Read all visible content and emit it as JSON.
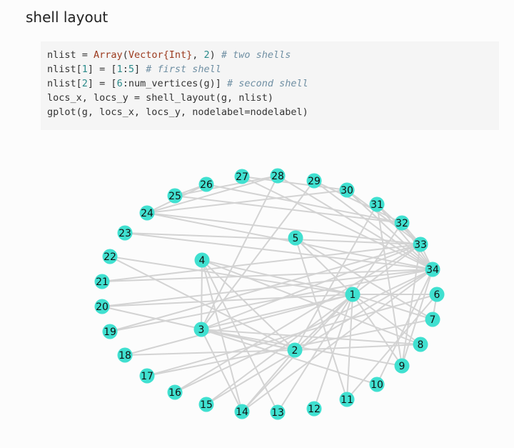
{
  "heading": "shell layout",
  "code": [
    [
      {
        "t": "plain",
        "s": "nlist = "
      },
      {
        "t": "type",
        "s": "Array"
      },
      {
        "t": "plain",
        "s": "("
      },
      {
        "t": "type",
        "s": "Vector{Int}"
      },
      {
        "t": "plain",
        "s": ", "
      },
      {
        "t": "num",
        "s": "2"
      },
      {
        "t": "plain",
        "s": ") "
      },
      {
        "t": "comment",
        "s": "# two shells"
      }
    ],
    [
      {
        "t": "plain",
        "s": "nlist["
      },
      {
        "t": "num",
        "s": "1"
      },
      {
        "t": "plain",
        "s": "] = ["
      },
      {
        "t": "num",
        "s": "1"
      },
      {
        "t": "plain",
        "s": ":"
      },
      {
        "t": "num",
        "s": "5"
      },
      {
        "t": "plain",
        "s": "] "
      },
      {
        "t": "comment",
        "s": "# first shell"
      }
    ],
    [
      {
        "t": "plain",
        "s": "nlist["
      },
      {
        "t": "num",
        "s": "2"
      },
      {
        "t": "plain",
        "s": "] = ["
      },
      {
        "t": "num",
        "s": "6"
      },
      {
        "t": "plain",
        "s": ":num_vertices(g)] "
      },
      {
        "t": "comment",
        "s": "# second shell"
      }
    ],
    [
      {
        "t": "plain",
        "s": "locs_x, locs_y = shell_layout(g, nlist)"
      }
    ],
    [
      {
        "t": "plain",
        "s": "gplot(g, locs_x, locs_y, nodelabel=nodelabel)"
      }
    ]
  ],
  "graph": {
    "node_color": "#40e0d0",
    "edge_color": "#d3d3d3",
    "label_color": "#111111",
    "nodes": [
      "1",
      "2",
      "3",
      "4",
      "5",
      "6",
      "7",
      "8",
      "9",
      "10",
      "11",
      "12",
      "13",
      "14",
      "15",
      "16",
      "17",
      "18",
      "19",
      "20",
      "21",
      "22",
      "23",
      "24",
      "25",
      "26",
      "27",
      "28",
      "29",
      "30",
      "31",
      "32",
      "33",
      "34"
    ],
    "edges": [
      [
        1,
        2
      ],
      [
        1,
        3
      ],
      [
        1,
        4
      ],
      [
        1,
        5
      ],
      [
        1,
        6
      ],
      [
        1,
        7
      ],
      [
        1,
        8
      ],
      [
        1,
        9
      ],
      [
        1,
        11
      ],
      [
        1,
        12
      ],
      [
        1,
        13
      ],
      [
        1,
        14
      ],
      [
        1,
        18
      ],
      [
        1,
        20
      ],
      [
        1,
        22
      ],
      [
        1,
        32
      ],
      [
        2,
        3
      ],
      [
        2,
        4
      ],
      [
        2,
        8
      ],
      [
        2,
        14
      ],
      [
        2,
        18
      ],
      [
        2,
        20
      ],
      [
        2,
        22
      ],
      [
        2,
        31
      ],
      [
        3,
        4
      ],
      [
        3,
        8
      ],
      [
        3,
        9
      ],
      [
        3,
        10
      ],
      [
        3,
        14
      ],
      [
        3,
        28
      ],
      [
        3,
        29
      ],
      [
        3,
        33
      ],
      [
        4,
        8
      ],
      [
        4,
        13
      ],
      [
        4,
        14
      ],
      [
        5,
        7
      ],
      [
        5,
        11
      ],
      [
        6,
        7
      ],
      [
        6,
        11
      ],
      [
        6,
        17
      ],
      [
        7,
        17
      ],
      [
        9,
        31
      ],
      [
        9,
        33
      ],
      [
        9,
        34
      ],
      [
        10,
        34
      ],
      [
        14,
        34
      ],
      [
        15,
        33
      ],
      [
        15,
        34
      ],
      [
        16,
        33
      ],
      [
        16,
        34
      ],
      [
        19,
        33
      ],
      [
        19,
        34
      ],
      [
        20,
        34
      ],
      [
        21,
        33
      ],
      [
        21,
        34
      ],
      [
        23,
        33
      ],
      [
        23,
        34
      ],
      [
        24,
        26
      ],
      [
        24,
        28
      ],
      [
        24,
        30
      ],
      [
        24,
        33
      ],
      [
        24,
        34
      ],
      [
        25,
        26
      ],
      [
        25,
        28
      ],
      [
        25,
        32
      ],
      [
        26,
        32
      ],
      [
        27,
        30
      ],
      [
        27,
        34
      ],
      [
        28,
        34
      ],
      [
        29,
        32
      ],
      [
        29,
        34
      ],
      [
        30,
        33
      ],
      [
        30,
        34
      ],
      [
        31,
        33
      ],
      [
        31,
        34
      ],
      [
        32,
        33
      ],
      [
        32,
        34
      ],
      [
        33,
        34
      ]
    ]
  }
}
